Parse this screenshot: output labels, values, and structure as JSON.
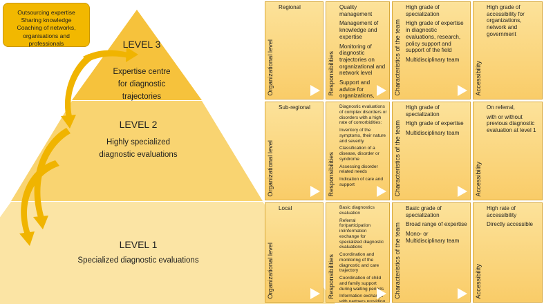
{
  "callout": {
    "lines": [
      "Outsourcing expertise",
      "Sharing knowledge",
      "Coaching of networks,",
      "organisations and",
      "professionals"
    ]
  },
  "levels": [
    {
      "title": "LEVEL 3",
      "subtitle_lines": [
        "Expertise centre",
        "for diagnostic",
        "trajectories"
      ]
    },
    {
      "title": "LEVEL 2",
      "subtitle_lines": [
        "Highly specialized",
        "diagnostic evaluations"
      ]
    },
    {
      "title": "LEVEL 1",
      "subtitle_lines": [
        "Specialized diagnostic evaluations"
      ]
    }
  ],
  "table": {
    "col_labels": [
      "Organizational level",
      "Responsibilities",
      "Characteristics of the team",
      "Accessibility"
    ],
    "rows": [
      {
        "org": [
          "Regional"
        ],
        "responsibilities": [
          "Quality management",
          "Management of knowledge and expertise",
          "Monitoring of diagnostic trajectories on organizational and network level",
          "Support and advice for organizations, networks and government"
        ],
        "team": [
          "High grade of specialization",
          "High grade of expertise in diagnostic evaluations, research, policy support and support of the field",
          "Multidisciplinary team"
        ],
        "access": [
          "High grade of accessibility for organizations, network and government"
        ]
      },
      {
        "org": [
          "Sub-regional"
        ],
        "responsibilities": [
          "Diagnostic evaluations of complex disorders or disorders with a high rate of comorbidities:",
          "Inventory of the symptoms, their nature and severity",
          "Classification of a disease, disorder or syndrome",
          "Assessing disorder related needs",
          "Indication of care and support"
        ],
        "team": [
          "High grade of specialization",
          "High grade of expertise",
          "Multidisciplinary team"
        ],
        "access": [
          "On referral,",
          "with or without previous diagnostic evaluation at level 1"
        ]
      },
      {
        "org": [
          "Local"
        ],
        "responsibilities": [
          "Basic diagnostics evaluation",
          "Referral for/participation in/information exchange for specialized diagnostic evaluations",
          "Coordination and monitoring of the diagnostic and care trajectory",
          "Coordination of child and family support during waiting periods",
          "Information exchange with partners providing care and support"
        ],
        "team": [
          "Basic grade of specialization",
          "Broad range of expertise",
          "Mono- or Multidisciplinary team"
        ],
        "access": [
          "High rate of accessibility",
          "Directly accessible"
        ]
      }
    ]
  },
  "colors": {
    "level3_fill": "#f6c23c",
    "level2_fill": "#f9d471",
    "level1_fill": "#fbe4a4",
    "arrow_fill": "#f0b400",
    "callout_fill": "#f2b800",
    "cell_fill": "#fad88a"
  }
}
